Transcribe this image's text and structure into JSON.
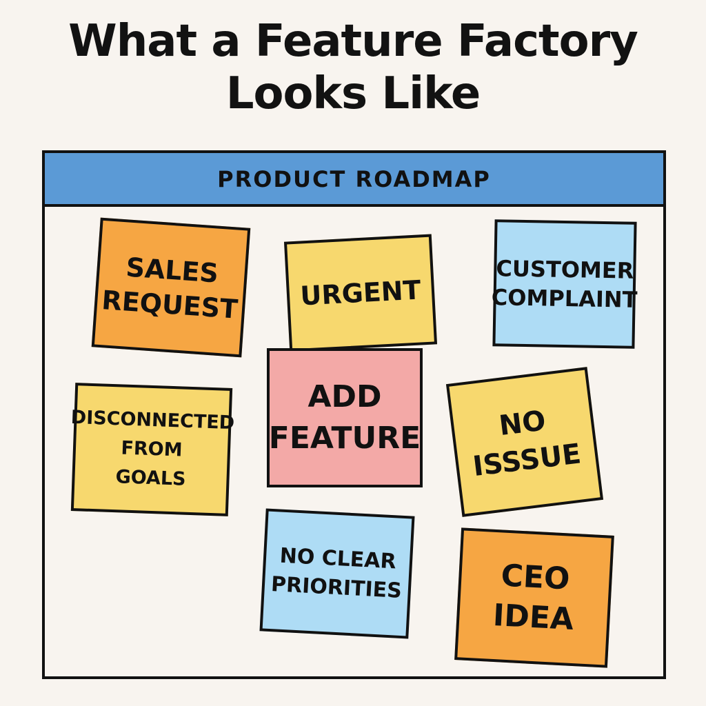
{
  "title": {
    "line1": "What a Feature Factory",
    "line2": "Looks Like"
  },
  "board": {
    "header": "PRODUCT ROADMAP"
  },
  "notes": {
    "sales_request": {
      "line1": "SALES",
      "line2": "REQUEST",
      "color": "#f6a643"
    },
    "urgent": {
      "line1": "URGENT",
      "color": "#f7d86e"
    },
    "customer_complaint": {
      "line1": "CUSTOMER",
      "line2": "COMPLAINT",
      "color": "#aedcf5"
    },
    "add_feature": {
      "line1": "ADD",
      "line2": "FEATURE",
      "color": "#f3a9a7"
    },
    "disconnected": {
      "line1": "DISCONNECTED",
      "line2": "FROM",
      "line3": "GOALS",
      "color": "#f7d86e"
    },
    "no_issue": {
      "line1": "NO",
      "line2": "ISSSUE",
      "color": "#f7d86e"
    },
    "no_clear_priorities": {
      "line1": "NO CLEAR",
      "line2": "PRIORITIES",
      "color": "#aedcf5"
    },
    "ceo_idea": {
      "line1": "CEO",
      "line2": "IDEA",
      "color": "#f6a643"
    }
  }
}
